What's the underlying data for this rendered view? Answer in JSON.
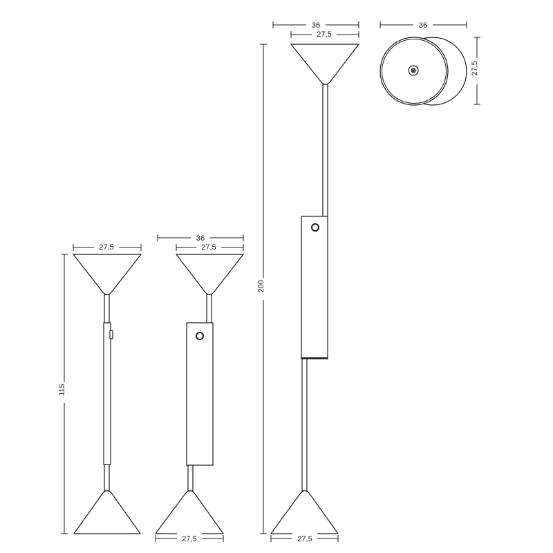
{
  "dimensions": {
    "lamp_short_top_width": "27,5",
    "lamp_short_height": "115",
    "lamp_mid_total_width": "36",
    "lamp_mid_top_width": "27,5",
    "lamp_mid_base_width": "27,5",
    "lamp_tall_total_width": "36",
    "lamp_tall_top_width": "27,5",
    "lamp_tall_height": "200",
    "lamp_tall_base_width": "27,5",
    "top_view_width": "36",
    "top_view_depth": "27,5"
  }
}
